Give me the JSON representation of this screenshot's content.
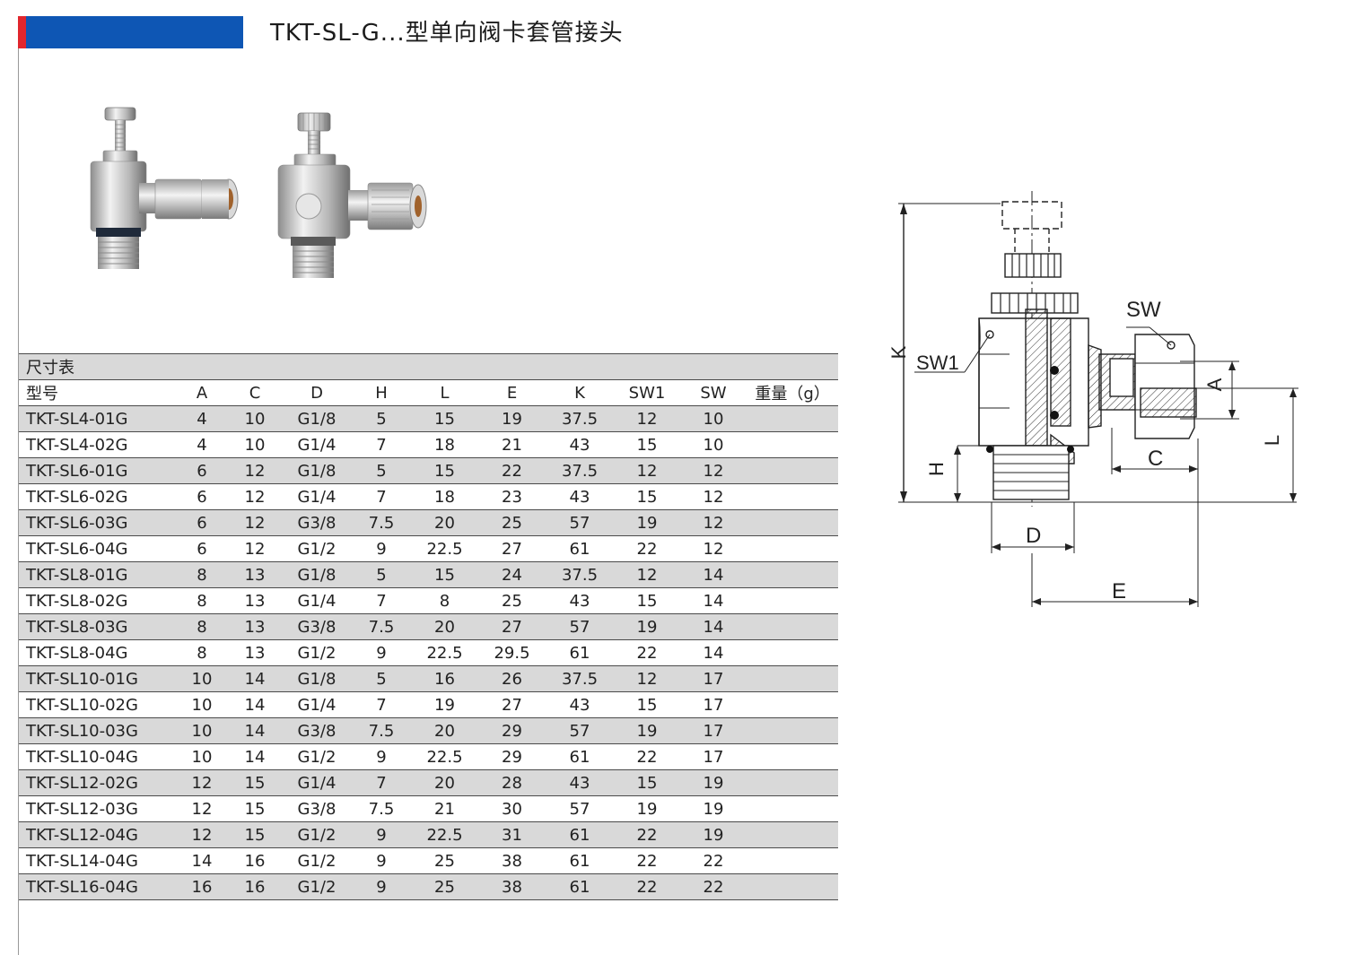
{
  "header": {
    "title": "TKT-SL-G...型单向阀卡套管接头"
  },
  "table": {
    "caption": "尺寸表",
    "columns": [
      "型号",
      "A",
      "C",
      "D",
      "H",
      "L",
      "E",
      "K",
      "SW1",
      "SW",
      "重量（g）"
    ],
    "rows": [
      [
        "TKT-SL4-01G",
        "4",
        "10",
        "G1/8",
        "5",
        "15",
        "19",
        "37.5",
        "12",
        "10",
        ""
      ],
      [
        "TKT-SL4-02G",
        "4",
        "10",
        "G1/4",
        "7",
        "18",
        "21",
        "43",
        "15",
        "10",
        ""
      ],
      [
        "TKT-SL6-01G",
        "6",
        "12",
        "G1/8",
        "5",
        "15",
        "22",
        "37.5",
        "12",
        "12",
        ""
      ],
      [
        "TKT-SL6-02G",
        "6",
        "12",
        "G1/4",
        "7",
        "18",
        "23",
        "43",
        "15",
        "12",
        ""
      ],
      [
        "TKT-SL6-03G",
        "6",
        "12",
        "G3/8",
        "7.5",
        "20",
        "25",
        "57",
        "19",
        "12",
        ""
      ],
      [
        "TKT-SL6-04G",
        "6",
        "12",
        "G1/2",
        "9",
        "22.5",
        "27",
        "61",
        "22",
        "12",
        ""
      ],
      [
        "TKT-SL8-01G",
        "8",
        "13",
        "G1/8",
        "5",
        "15",
        "24",
        "37.5",
        "12",
        "14",
        ""
      ],
      [
        "TKT-SL8-02G",
        "8",
        "13",
        "G1/4",
        "7",
        "8",
        "25",
        "43",
        "15",
        "14",
        ""
      ],
      [
        "TKT-SL8-03G",
        "8",
        "13",
        "G3/8",
        "7.5",
        "20",
        "27",
        "57",
        "19",
        "14",
        ""
      ],
      [
        "TKT-SL8-04G",
        "8",
        "13",
        "G1/2",
        "9",
        "22.5",
        "29.5",
        "61",
        "22",
        "14",
        ""
      ],
      [
        "TKT-SL10-01G",
        "10",
        "14",
        "G1/8",
        "5",
        "16",
        "26",
        "37.5",
        "12",
        "17",
        ""
      ],
      [
        "TKT-SL10-02G",
        "10",
        "14",
        "G1/4",
        "7",
        "19",
        "27",
        "43",
        "15",
        "17",
        ""
      ],
      [
        "TKT-SL10-03G",
        "10",
        "14",
        "G3/8",
        "7.5",
        "20",
        "29",
        "57",
        "19",
        "17",
        ""
      ],
      [
        "TKT-SL10-04G",
        "10",
        "14",
        "G1/2",
        "9",
        "22.5",
        "29",
        "61",
        "22",
        "17",
        ""
      ],
      [
        "TKT-SL12-02G",
        "12",
        "15",
        "G1/4",
        "7",
        "20",
        "28",
        "43",
        "15",
        "19",
        ""
      ],
      [
        "TKT-SL12-03G",
        "12",
        "15",
        "G3/8",
        "7.5",
        "21",
        "30",
        "57",
        "19",
        "19",
        ""
      ],
      [
        "TKT-SL12-04G",
        "12",
        "15",
        "G1/2",
        "9",
        "22.5",
        "31",
        "61",
        "22",
        "19",
        ""
      ],
      [
        "TKT-SL14-04G",
        "14",
        "16",
        "G1/2",
        "9",
        "25",
        "38",
        "61",
        "22",
        "22",
        ""
      ],
      [
        "TKT-SL16-04G",
        "16",
        "16",
        "G1/2",
        "9",
        "25",
        "38",
        "61",
        "22",
        "22",
        ""
      ]
    ]
  },
  "drawing": {
    "labels": {
      "k": "K",
      "sw1": "SW1",
      "sw": "SW",
      "a": "A",
      "l": "L",
      "c": "C",
      "h": "H",
      "d": "D",
      "e": "E"
    }
  },
  "colors": {
    "header_blue": "#0e56b4",
    "header_red": "#e0262d",
    "row_shade": "#d9d9d9"
  }
}
